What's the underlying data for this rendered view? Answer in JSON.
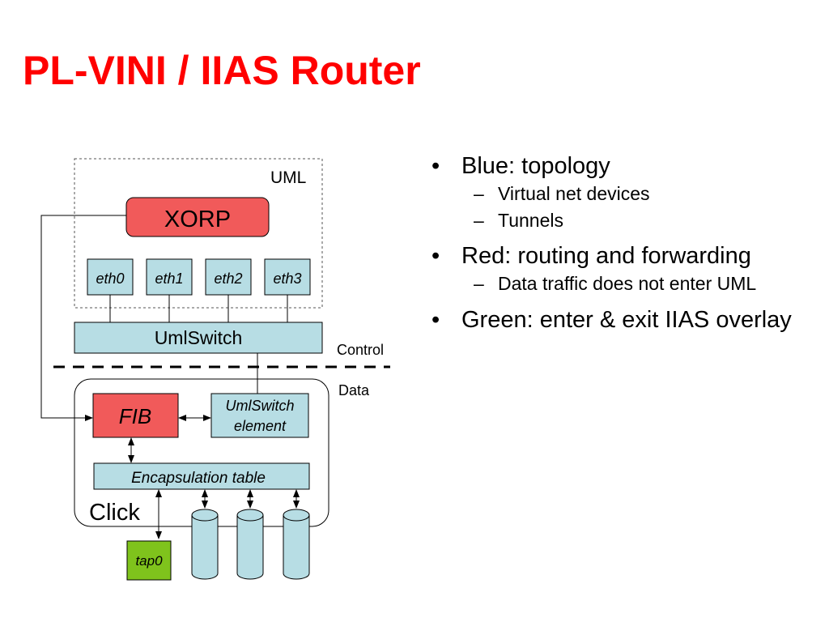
{
  "title": "PL-VINI / IIAS Router",
  "diagram": {
    "uml_label": "UML",
    "xorp": "XORP",
    "eth": [
      "eth0",
      "eth1",
      "eth2",
      "eth3"
    ],
    "umlswitch": "UmlSwitch",
    "control_label": "Control",
    "data_label": "Data",
    "fib": "FIB",
    "umlswitch_element_line1": "UmlSwitch",
    "umlswitch_element_line2": "element",
    "encap_table": "Encapsulation table",
    "click_label": "Click",
    "tap0": "tap0",
    "colors": {
      "red_box": "#f15a5a",
      "blue_box": "#b7dde4",
      "green_box": "#7fc31c",
      "title": "#ff0000"
    }
  },
  "bullets": [
    {
      "text": "Blue: topology",
      "sub": [
        "Virtual net devices",
        "Tunnels"
      ]
    },
    {
      "text": "Red: routing and forwarding",
      "sub": [
        "Data traffic does not enter UML"
      ]
    },
    {
      "text": "Green: enter & exit IIAS overlay",
      "sub": []
    }
  ],
  "markers": {
    "bullet": "•",
    "dash": "–"
  }
}
